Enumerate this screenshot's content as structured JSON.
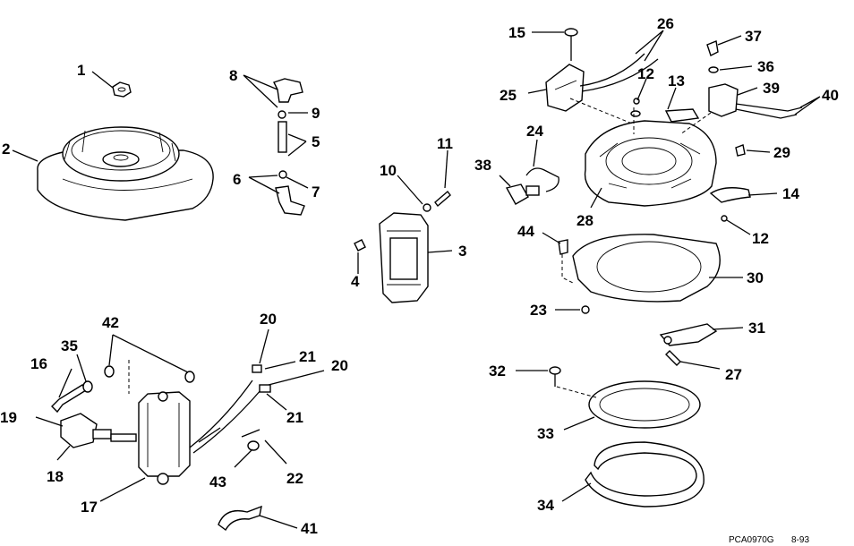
{
  "callouts": {
    "c1": "1",
    "c2": "2",
    "c3": "3",
    "c4": "4",
    "c5": "5",
    "c6": "6",
    "c7": "7",
    "c8": "8",
    "c9": "9",
    "c10": "10",
    "c11": "11",
    "c12a": "12",
    "c12b": "12",
    "c13": "13",
    "c14": "14",
    "c15": "15",
    "c16": "16",
    "c17": "17",
    "c18": "18",
    "c19": "19",
    "c20a": "20",
    "c20b": "20",
    "c21a": "21",
    "c21b": "21",
    "c22": "22",
    "c23": "23",
    "c24": "24",
    "c25": "25",
    "c26": "26",
    "c27": "27",
    "c28": "28",
    "c29": "29",
    "c30": "30",
    "c31": "31",
    "c32": "32",
    "c33": "33",
    "c34": "34",
    "c35": "35",
    "c36": "36",
    "c37": "37",
    "c38": "38",
    "c39": "39",
    "c40": "40",
    "c41": "41",
    "c42": "42",
    "c43": "43",
    "c44": "44"
  },
  "footer": {
    "code": "PCA0970G",
    "date": "8-93"
  }
}
